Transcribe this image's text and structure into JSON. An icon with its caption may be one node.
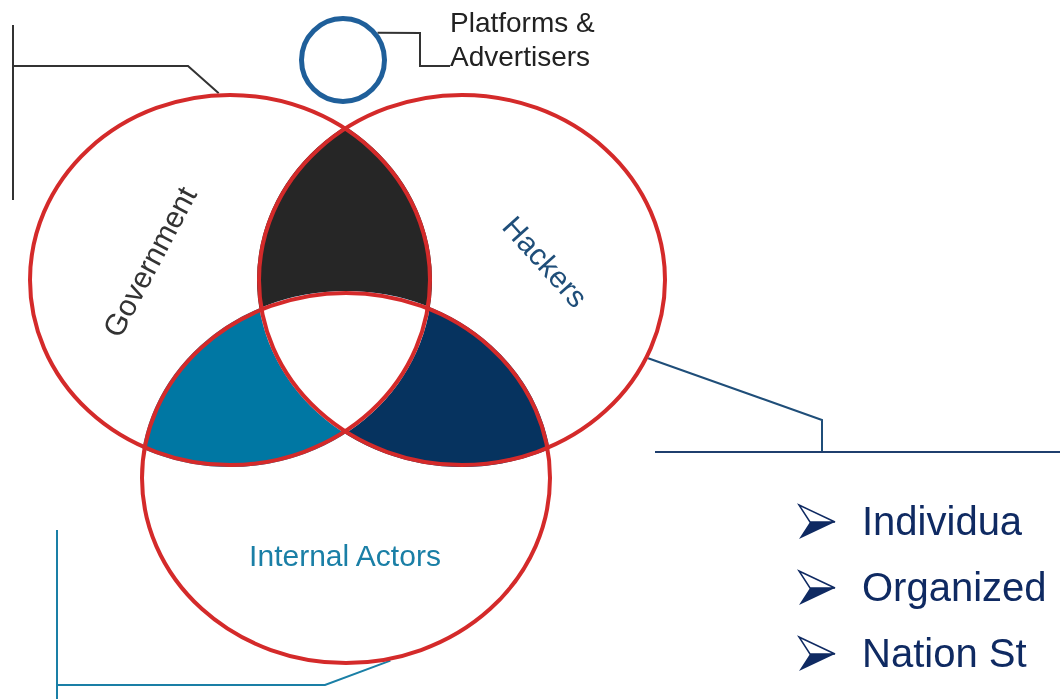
{
  "diagram": {
    "nodes": [
      {
        "text": [
          "Government"
        ]
      },
      {
        "text": [
          "Hackers"
        ]
      },
      {
        "text": [
          "Internal Actors"
        ]
      },
      {
        "text": [],
        "shape": "circle"
      },
      {
        "text": [
          "Platforms & Advertisers"
        ]
      }
    ],
    "edges": [
      {
        "from": 4,
        "to": 3,
        "arrow": "none"
      },
      {
        "from": 0,
        "to": null,
        "arrow": "none"
      },
      {
        "from": 1,
        "to": null,
        "arrow": "none",
        "color": "#1f4e79"
      },
      {
        "from": 2,
        "to": null,
        "arrow": "none",
        "color": "#1a7fa6"
      }
    ],
    "labels": [
      "Individua",
      "Organized",
      "Nation St"
    ]
  }
}
